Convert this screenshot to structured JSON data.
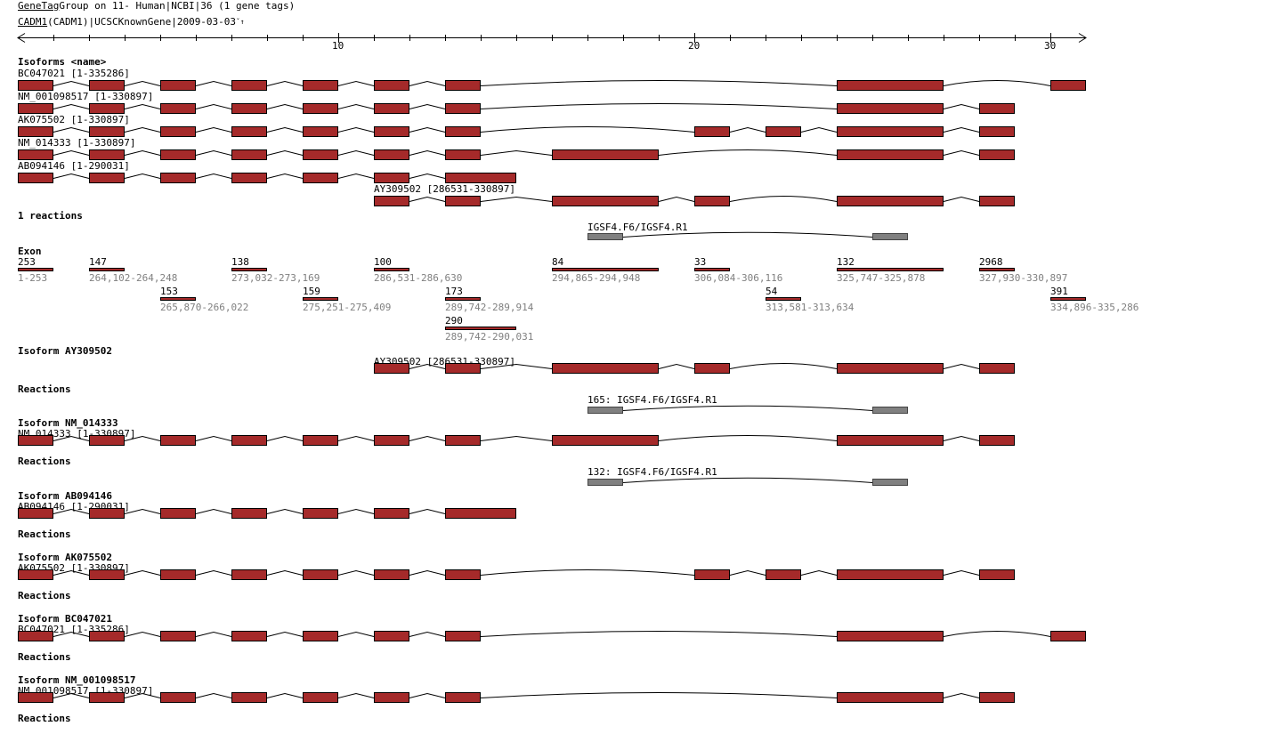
{
  "header": {
    "title_link": "GeneTag",
    "title_rest": "Group on 11- Human|NCBI|36 (1 gene tags)",
    "gene_link": "CADM1",
    "gene_rest": "(CADM1)|UCSCKnownGene|2009-03-03",
    "sort_icon": "sort-arrows-icon"
  },
  "axis": {
    "labels": [
      "10",
      "20",
      "30"
    ],
    "min": 1,
    "max": 31
  },
  "colors": {
    "exon": "#a52a2a",
    "primer": "#808080"
  },
  "isoforms_heading": "Isoforms <name>",
  "exons": [
    {
      "len": "253",
      "range": "1-253"
    },
    {
      "len": "147",
      "range": "264,102-264,248"
    },
    {
      "len": "153",
      "range": "265,870-266,022"
    },
    {
      "len": "138",
      "range": "273,032-273,169"
    },
    {
      "len": "159",
      "range": "275,251-275,409"
    },
    {
      "len": "100",
      "range": "286,531-286,630"
    },
    {
      "len": "173",
      "range": "289,742-289,914"
    },
    {
      "len": "290",
      "range": "289,742-290,031"
    },
    {
      "len": "84",
      "range": "294,865-294,948"
    },
    {
      "len": "33",
      "range": "306,084-306,116"
    },
    {
      "len": "54",
      "range": "313,581-313,634"
    },
    {
      "len": "132",
      "range": "325,747-325,878"
    },
    {
      "len": "2968",
      "range": "327,930-330,897"
    },
    {
      "len": "391",
      "range": "334,896-335,286"
    }
  ],
  "isoforms": [
    {
      "name": "BC047021",
      "label": "BC047021 [1-335286]",
      "exons": [
        0,
        1,
        2,
        3,
        4,
        5,
        6,
        11,
        13
      ]
    },
    {
      "name": "NM_001098517",
      "label": "NM_001098517 [1-330897]",
      "exons": [
        0,
        1,
        2,
        3,
        4,
        5,
        6,
        11,
        12
      ]
    },
    {
      "name": "AK075502",
      "label": "AK075502 [1-330897]",
      "exons": [
        0,
        1,
        2,
        3,
        4,
        5,
        6,
        9,
        10,
        11,
        12
      ]
    },
    {
      "name": "NM_014333",
      "label": "NM_014333 [1-330897]",
      "exons": [
        0,
        1,
        2,
        3,
        4,
        5,
        6,
        8,
        11,
        12
      ]
    },
    {
      "name": "AB094146",
      "label": "AB094146 [1-290031]",
      "exons": [
        0,
        1,
        2,
        3,
        4,
        5,
        7
      ]
    },
    {
      "name": "AY309502",
      "label": "AY309502 [286531-330897]",
      "exons": [
        5,
        6,
        8,
        9,
        11,
        12
      ]
    }
  ],
  "reactions_summary": {
    "heading": "1 reactions",
    "primer": "IGSF4.F6/IGSF4.R1"
  },
  "exon_heading": "Exon",
  "sections": [
    {
      "heading": "Isoform AY309502",
      "isoform": 5,
      "reactions": "Reactions",
      "primer": "165: IGSF4.F6/IGSF4.R1"
    },
    {
      "heading": "Isoform NM_014333",
      "isoform": 3,
      "reactions": "Reactions",
      "primer": "132: IGSF4.F6/IGSF4.R1"
    },
    {
      "heading": "Isoform AB094146",
      "isoform": 4,
      "reactions": "Reactions"
    },
    {
      "heading": "Isoform AK075502",
      "isoform": 2,
      "reactions": "Reactions"
    },
    {
      "heading": "Isoform BC047021",
      "isoform": 0,
      "reactions": "Reactions"
    },
    {
      "heading": "Isoform NM_001098517",
      "isoform": 1,
      "reactions": "Reactions"
    }
  ]
}
